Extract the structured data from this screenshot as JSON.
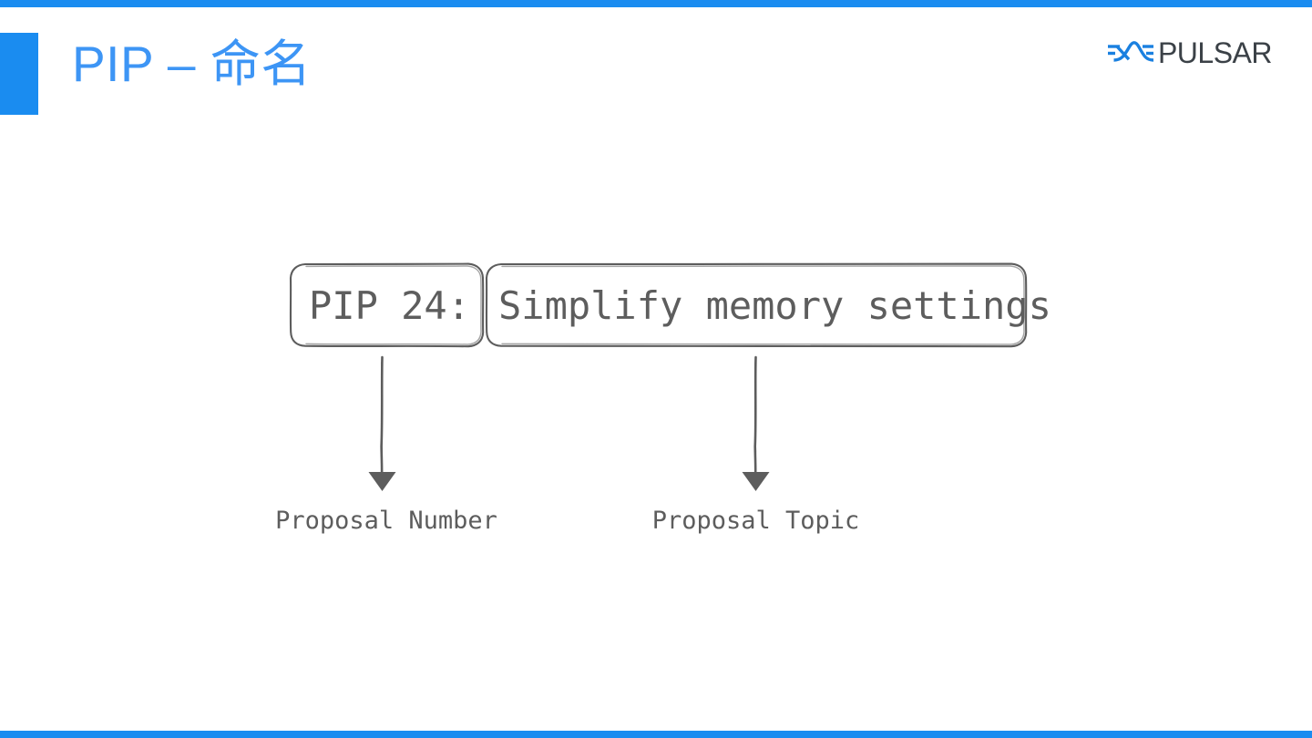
{
  "slide": {
    "title": "PIP – 命名",
    "accent_color": "#1a8cf0",
    "title_color": "#3d95f5",
    "ink_color": "#5d5d5d",
    "background": "#ffffff"
  },
  "brand": {
    "name": "PULSAR",
    "mark_icon": "pulsar-wave-icon",
    "mark_color": "#1a80e0",
    "name_color": "#3b4147"
  },
  "diagram": {
    "boxes": [
      {
        "id": "proposal-number-box",
        "text": "PIP 24:"
      },
      {
        "id": "proposal-topic-box",
        "text": "Simplify memory settings"
      }
    ],
    "annotations": [
      {
        "id": "proposal-number-annotation",
        "caption": "Proposal Number",
        "arrow": "down-arrow-icon"
      },
      {
        "id": "proposal-topic-annotation",
        "caption": "Proposal Topic",
        "arrow": "down-arrow-icon"
      }
    ]
  }
}
